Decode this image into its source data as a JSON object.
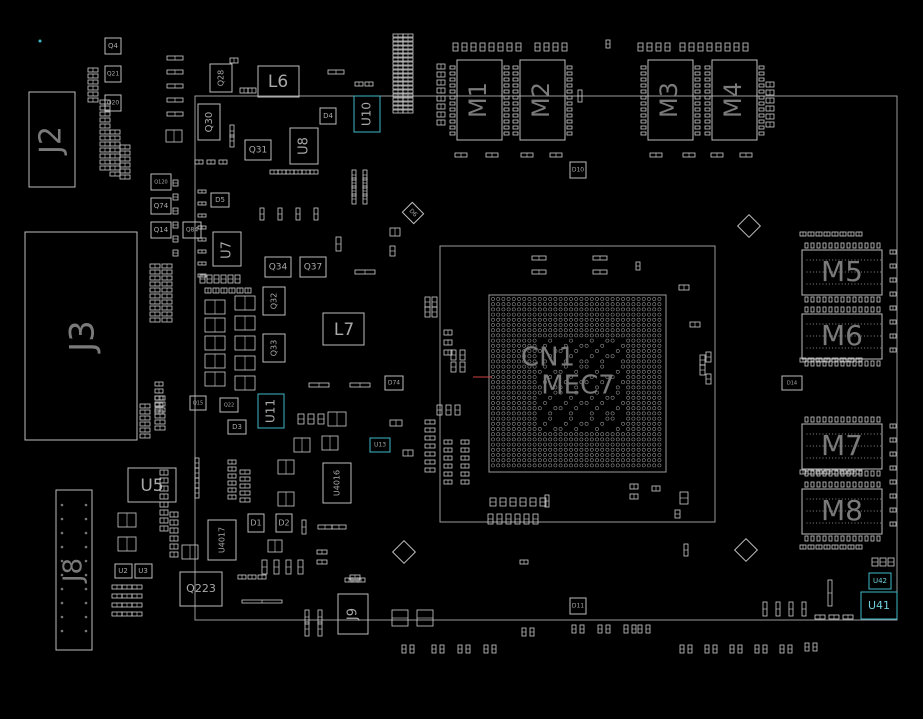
{
  "board": {
    "connectors": {
      "j2": "J2",
      "j3": "J3",
      "j8": "J8",
      "j9": "J9"
    },
    "gpu": {
      "name": "CN1",
      "label": "MEC7"
    },
    "inductors": {
      "l6": "L6",
      "l7": "L7"
    },
    "memory": {
      "m1": "M1",
      "m2": "M2",
      "m3": "M3",
      "m4": "M4",
      "m5": "M5",
      "m6": "M6",
      "m7": "M7",
      "m8": "M8"
    },
    "regulators": {
      "u5": "U5",
      "u7": "U7",
      "u8": "U8",
      "u10": "U10",
      "u11": "U11",
      "u41": "U41",
      "u42": "U42",
      "u4016": "U4016",
      "u4017": "U4017",
      "u13": "U13",
      "u2": "U2",
      "u3": "U3"
    },
    "transistors": {
      "q4": "Q4",
      "q21": "Q21",
      "q20": "Q20",
      "q28": "Q28",
      "q30": "Q30",
      "q31": "Q31",
      "q34": "Q34",
      "q37": "Q37",
      "q32": "Q32",
      "q33": "Q33",
      "q74": "Q74",
      "q14": "Q14",
      "q223": "Q223",
      "q120": "Q120",
      "q84": "Q84",
      "q22": "Q22",
      "q15": "Q15"
    },
    "diodes": {
      "d4": "D4",
      "d5": "D5",
      "d1": "D1",
      "d2": "D2",
      "d3": "D3",
      "d6": "D6",
      "d10": "D10",
      "d11": "D11",
      "d74": "D74",
      "d14": "D14"
    }
  }
}
